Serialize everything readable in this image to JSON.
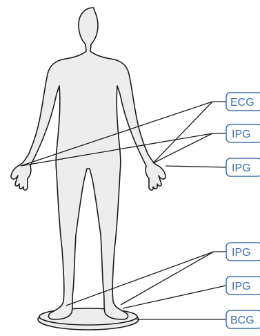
{
  "labels": {
    "ecg": "ECG",
    "ipg_left_hand": "IPG",
    "ipg_right_hand": "IPG",
    "ipg_left_foot": "IPG",
    "ipg_right_foot": "IPG",
    "bcg": "BCG"
  },
  "colors": {
    "body_fill": "#ededed",
    "body_stroke": "#1a1a1a",
    "label_border": "#3f6fb0",
    "label_text": "#3f6fb0",
    "line": "#1a1a1a"
  }
}
